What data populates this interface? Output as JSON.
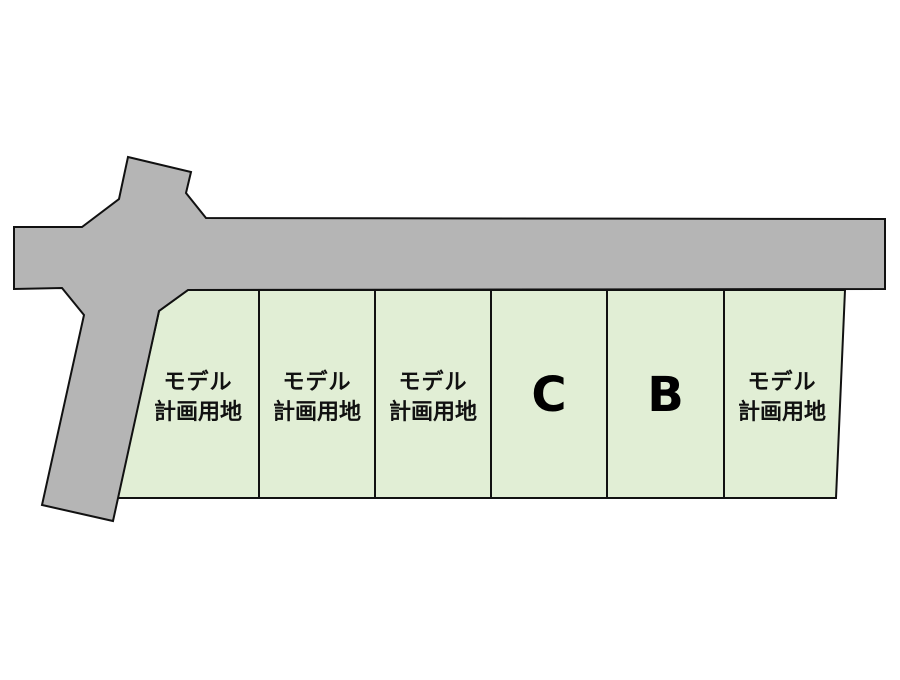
{
  "map": {
    "colors": {
      "road": "#b5b5b5",
      "lot": "#e1eed5",
      "outline": "#111111"
    },
    "lots": [
      {
        "id": "lot-1",
        "line1": "モデル",
        "line2": "計画用地"
      },
      {
        "id": "lot-2",
        "line1": "モデル",
        "line2": "計画用地"
      },
      {
        "id": "lot-3",
        "line1": "モデル",
        "line2": "計画用地"
      },
      {
        "id": "lot-c",
        "letter": "C"
      },
      {
        "id": "lot-b",
        "letter": "B"
      },
      {
        "id": "lot-6",
        "line1": "モデル",
        "line2": "計画用地"
      }
    ]
  }
}
